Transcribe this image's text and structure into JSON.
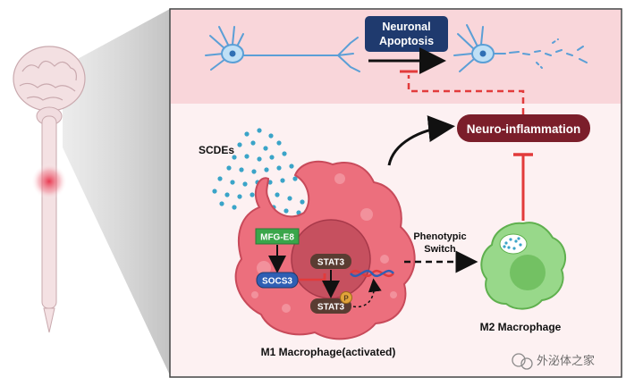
{
  "labels": {
    "neuronal_apoptosis_1": "Neuronal",
    "neuronal_apoptosis_2": "Apoptosis",
    "neuro_inflammation": "Neuro-inflammation",
    "scdes": "SCDEs",
    "mfg_e8": "MFG-E8",
    "socs3": "SOCS3",
    "stat3_top": "STAT3",
    "stat3_bottom": "STAT3",
    "phospho": "P",
    "phenotypic_1": "Phenotypic",
    "phenotypic_2": "Switch",
    "m1_macrophage": "M1 Macrophage(activated)",
    "m2_macrophage": "M2 Macrophage",
    "watermark": "外泌体之家"
  },
  "colors": {
    "top_panel": "#f9d6da",
    "main_panel": "#fdf1f2",
    "apoptosis_box": "#1f3a6e",
    "inflammation_box": "#7b1e2a",
    "m1_cell": "#ec6f7d",
    "m2_cell": "#98d88a",
    "inhibit_red": "#e23b3b",
    "dot_blue": "#3aa4c8",
    "mfg_green": "#3aa64a",
    "socs3_blue": "#2f5fb4",
    "stat3_dark": "#5a3c32"
  }
}
